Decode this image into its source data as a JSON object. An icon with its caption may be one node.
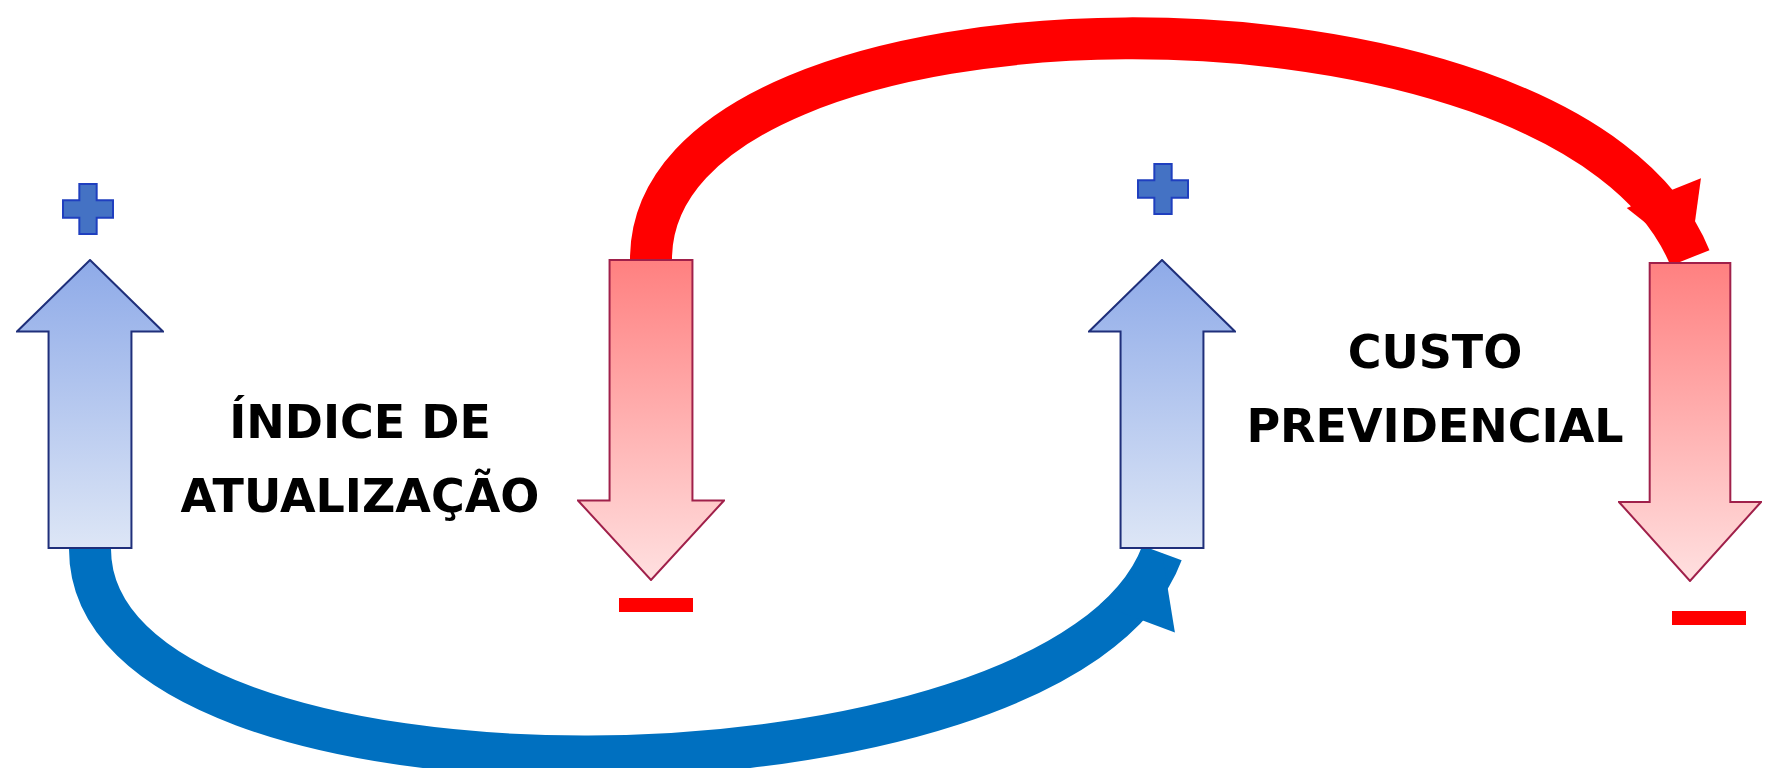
{
  "diagram": {
    "nodes": [
      {
        "text": [],
        "shape": "arrow"
      },
      {
        "text": [
          "ÍNDICE DE ATUALIZAÇÃO"
        ]
      },
      {
        "text": [],
        "shape": "arrow"
      },
      {
        "text": [],
        "shape": "arrow"
      },
      {
        "text": [
          "CUSTO PREVIDENCIAL"
        ]
      },
      {
        "text": [],
        "shape": "arrow"
      }
    ],
    "edges": [
      {
        "from": 2,
        "to": 5,
        "arrow": "to",
        "color": "#ff0000"
      },
      {
        "from": 0,
        "to": 3,
        "arrow": "to",
        "color": "#0070c0"
      }
    ]
  }
}
